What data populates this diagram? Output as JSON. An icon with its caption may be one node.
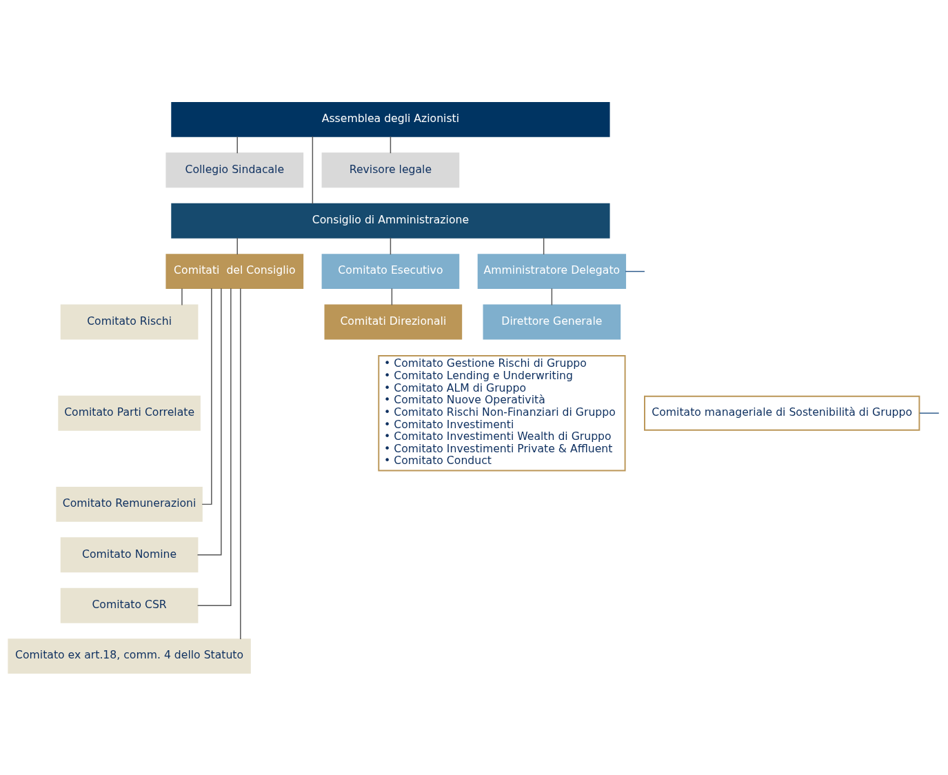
{
  "diagram": {
    "nodes": [
      {
        "text": [
          "Assemblea degli Azionisti"
        ]
      },
      {
        "text": [
          "Collegio Sindacale"
        ]
      },
      {
        "text": [
          "Revisore legale"
        ]
      },
      {
        "text": [
          "Consiglio di Amministrazione"
        ]
      },
      {
        "text": [
          "Comitati  del Consiglio"
        ]
      },
      {
        "text": [
          "Comitato Esecutivo"
        ]
      },
      {
        "text": [
          "Amministratore Delegato"
        ]
      },
      {
        "text": [
          "Comitato Rischi"
        ]
      },
      {
        "text": [
          "Comitato Parti Correlate"
        ]
      },
      {
        "text": [
          "Comitato Remunerazioni"
        ]
      },
      {
        "text": [
          "Comitato Nomine"
        ]
      },
      {
        "text": [
          "Comitato CSR"
        ]
      },
      {
        "text": [
          "Comitato ex art.18, comm. 4 dello Statuto"
        ]
      },
      {
        "text": [
          "Comitati Direzionali"
        ]
      },
      {
        "text": [
          "• Comitato Gestione Rischi di Gruppo",
          "• Comitato Lending e Underwriting",
          "• Comitato ALM di Gruppo",
          "• Comitato Nuove Operatività",
          "• Comitato Rischi Non-Finanziari di Gruppo",
          "• Comitato Investimenti",
          "• Comitato Investimenti Wealth di Gruppo",
          "• Comitato Investimenti Private & Affluent",
          "• Comitato Conduct"
        ]
      },
      {
        "text": [
          "Direttore Generale"
        ]
      },
      {
        "text": [
          "Comitato manageriale di Sostenibilità di Gruppo"
        ]
      }
    ],
    "edges": [
      {
        "from": 0,
        "to": 1,
        "arrow": "none"
      },
      {
        "from": 0,
        "to": 2,
        "arrow": "none"
      },
      {
        "from": 0,
        "to": 3,
        "arrow": "none"
      },
      {
        "from": 3,
        "to": 4,
        "arrow": "none"
      },
      {
        "from": 3,
        "to": 5,
        "arrow": "none"
      },
      {
        "from": 3,
        "to": 6,
        "arrow": "none"
      },
      {
        "from": 5,
        "to": 13,
        "arrow": "none"
      },
      {
        "from": 6,
        "to": 15,
        "arrow": "none"
      },
      {
        "from": 4,
        "to": 7,
        "arrow": "none"
      },
      {
        "from": 4,
        "to": 9,
        "arrow": "none"
      },
      {
        "from": 4,
        "to": 10,
        "arrow": "none"
      },
      {
        "from": 4,
        "to": 11,
        "arrow": "none"
      },
      {
        "from": 4,
        "to": 12,
        "arrow": "none"
      },
      {
        "from": 6,
        "to": null,
        "arrow": "none",
        "color": "#2e5b8c"
      },
      {
        "from": 16,
        "to": null,
        "arrow": "none",
        "color": "#2e5b8c"
      }
    ]
  }
}
